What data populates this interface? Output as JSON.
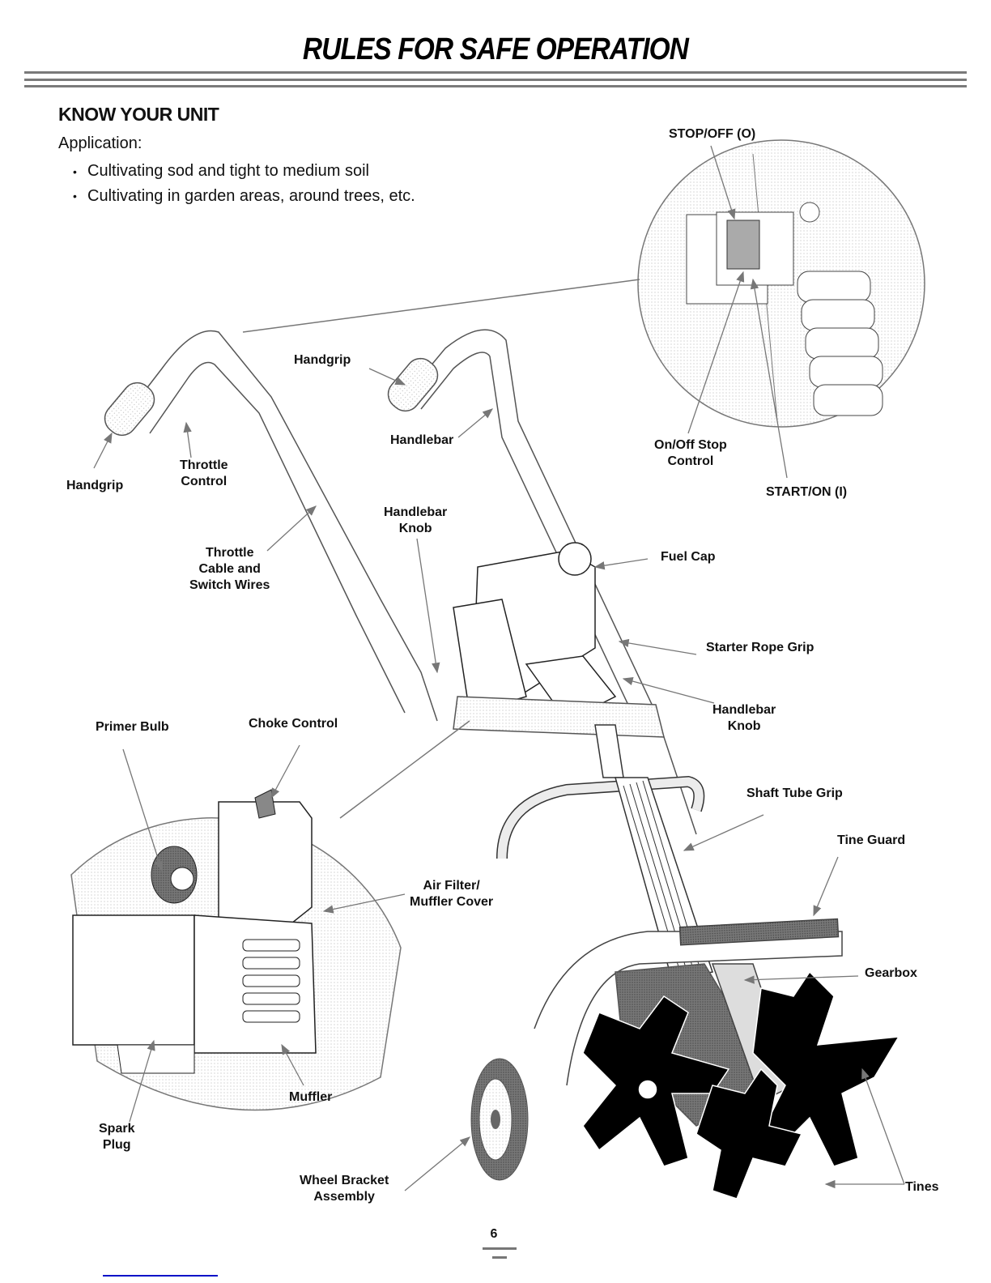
{
  "header": {
    "title": "RULES FOR SAFE OPERATION"
  },
  "section": {
    "heading": "KNOW YOUR UNIT",
    "application_label": "Application:",
    "bullets": [
      "Cultivating sod and tight to medium soil",
      "Cultivating in garden areas, around trees, etc."
    ]
  },
  "labels": {
    "stop_off": "STOP/OFF (O)",
    "start_on": "START/ON (I)",
    "on_off_stop_control": [
      "On/Off Stop",
      "Control"
    ],
    "handgrip_left": "Handgrip",
    "handgrip_right": "Handgrip",
    "throttle_control": [
      "Throttle",
      "Control"
    ],
    "handlebar": "Handlebar",
    "handlebar_knob_top": [
      "Handlebar",
      "Knob"
    ],
    "throttle_cable": [
      "Throttle",
      "Cable and",
      "Switch Wires"
    ],
    "fuel_cap": "Fuel Cap",
    "starter_rope_grip": "Starter Rope Grip",
    "handlebar_knob_right": [
      "Handlebar",
      "Knob"
    ],
    "primer_bulb": "Primer Bulb",
    "choke_control": "Choke Control",
    "shaft_tube_grip": "Shaft Tube Grip",
    "tine_guard": "Tine Guard",
    "air_filter": [
      "Air Filter/",
      "Muffler Cover"
    ],
    "gearbox": "Gearbox",
    "muffler": "Muffler",
    "spark_plug": [
      "Spark",
      "Plug"
    ],
    "wheel_bracket": [
      "Wheel Bracket",
      "Assembly"
    ],
    "tines": "Tines"
  },
  "footer": {
    "page_number": "6"
  },
  "colors": {
    "ink": "#111111",
    "rule": "#7a7a7a",
    "shade": "#d9d9d9",
    "dark": "#000000",
    "link_bar": "#0012c8"
  }
}
